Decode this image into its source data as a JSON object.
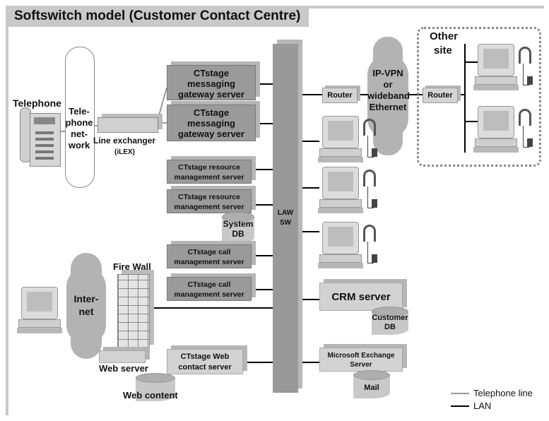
{
  "title": "Softswitch model (Customer Contact Centre)",
  "labels": {
    "telephone": "Telephone",
    "telephone_network": [
      "Tele-",
      "phone",
      "net-",
      "work"
    ],
    "line_exchanger": "Line exchanger",
    "ilex": "(iLEX)",
    "law_sw": [
      "LAW",
      "SW"
    ],
    "router_left": "Router",
    "router_right": "Router",
    "ipvpn": [
      "IP-VPN",
      "or",
      "wideband",
      "Ethernet"
    ],
    "other_site": [
      "Other",
      "site"
    ],
    "internet": [
      "Inter-",
      "net"
    ],
    "fire_wall": "Fire Wall",
    "web_server": "Web server",
    "web_content": "Web content"
  },
  "servers": {
    "msg_gateway_1": [
      "CTstage",
      "messaging",
      "gateway server"
    ],
    "msg_gateway_2": [
      "CTstage",
      "messaging",
      "gateway server"
    ],
    "resource_mgmt_1": [
      "CTstage resource",
      "management server"
    ],
    "resource_mgmt_2": [
      "CTstage resource",
      "management server"
    ],
    "system_db": [
      "System",
      "DB"
    ],
    "call_mgmt_1": [
      "CTstage call",
      "management server"
    ],
    "call_mgmt_2": [
      "CTstage call",
      "management server"
    ],
    "web_contact": [
      "CTstage Web",
      "contact server"
    ],
    "crm": "CRM server",
    "customer_db": [
      "Customer",
      "DB"
    ],
    "exchange": [
      "Microsoft Exchange",
      "Server"
    ],
    "mail": "Mail"
  },
  "legend": {
    "telephone_line": "Telephone line",
    "lan": "LAN",
    "telephone_line_color": "#9a9a9a",
    "lan_color": "#000000"
  }
}
